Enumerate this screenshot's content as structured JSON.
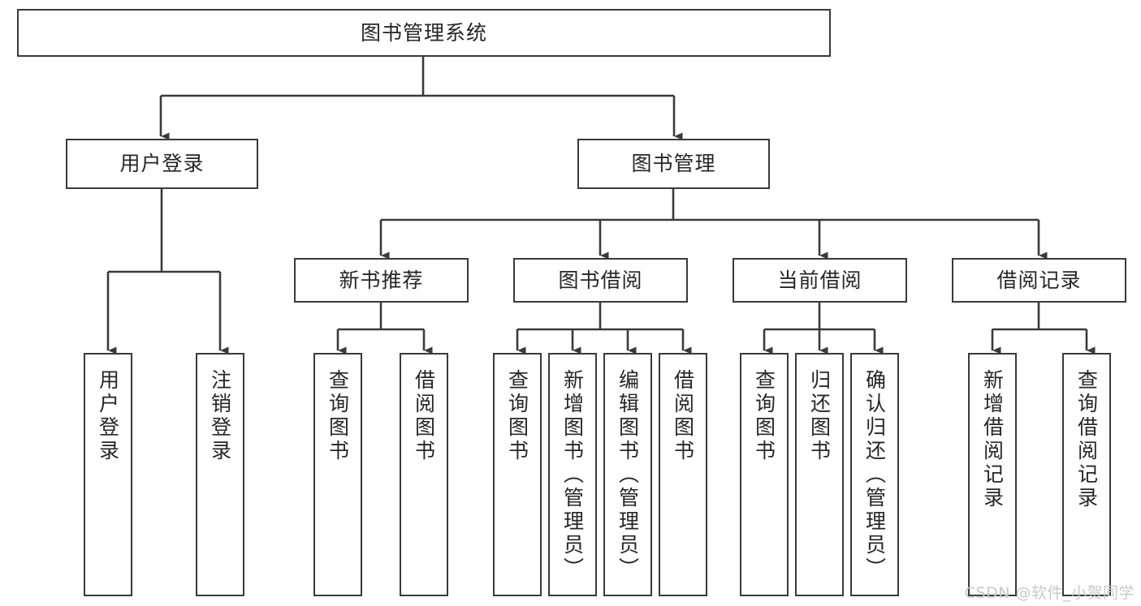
{
  "diagram": {
    "title": "图书管理系统",
    "type": "tree-hierarchy",
    "watermark": "CSDN @软件_小贺同学",
    "colors": {
      "stroke": "#3a3a3a",
      "text": "#262626",
      "background": "#ffffff",
      "watermark": "#c9c9c9"
    },
    "nodes": {
      "root": {
        "label": "图书管理系统"
      },
      "level2": [
        {
          "id": "user-login",
          "label": "用户登录"
        },
        {
          "id": "book-manage",
          "label": "图书管理"
        }
      ],
      "level3": [
        {
          "id": "new-book-recommend",
          "label": "新书推荐"
        },
        {
          "id": "book-borrow",
          "label": "图书借阅"
        },
        {
          "id": "current-borrow",
          "label": "当前借阅"
        },
        {
          "id": "borrow-record",
          "label": "借阅记录"
        }
      ],
      "leaves": {
        "user-login": [
          {
            "id": "leaf-user-login",
            "label": "用户登录"
          },
          {
            "id": "leaf-logout-login",
            "label": "注销登录"
          }
        ],
        "new-book-recommend": [
          {
            "id": "leaf-query-book-1",
            "label": "查询图书"
          },
          {
            "id": "leaf-borrow-book-1",
            "label": "借阅图书"
          }
        ],
        "book-borrow": [
          {
            "id": "leaf-query-book-2",
            "label": "查询图书"
          },
          {
            "id": "leaf-add-book",
            "label": "新增图书（管理员）"
          },
          {
            "id": "leaf-edit-book",
            "label": "编辑图书（管理员）"
          },
          {
            "id": "leaf-borrow-book-2",
            "label": "借阅图书"
          }
        ],
        "current-borrow": [
          {
            "id": "leaf-query-book-3",
            "label": "查询图书"
          },
          {
            "id": "leaf-return-book",
            "label": "归还图书"
          },
          {
            "id": "leaf-confirm-return",
            "label": "确认归还（管理员）"
          }
        ],
        "borrow-record": [
          {
            "id": "leaf-add-record",
            "label": "新增借阅记录"
          },
          {
            "id": "leaf-query-record",
            "label": "查询借阅记录"
          }
        ]
      }
    }
  }
}
